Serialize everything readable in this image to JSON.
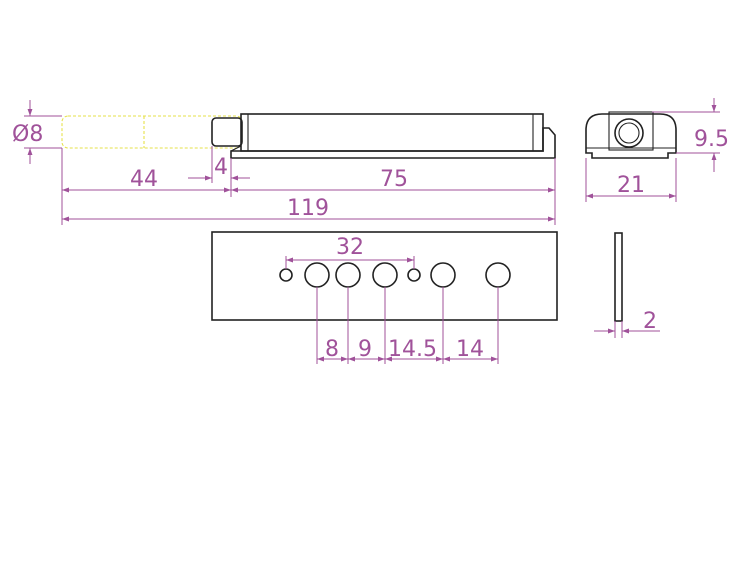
{
  "colors": {
    "outline": "#222222",
    "dimension": "#a0529a",
    "ghost_extension": "#e6e24a",
    "background": "#ffffff"
  },
  "side_view": {
    "diameter_label": "Ø8",
    "dim_44": "44",
    "dim_4": "4",
    "dim_75": "75",
    "dim_119": "119"
  },
  "end_view": {
    "height_label": "9.5",
    "width_label": "21"
  },
  "plate_view": {
    "spacing_32": "32",
    "spacing_8": "8",
    "spacing_9": "9",
    "spacing_14_5": "14.5",
    "spacing_14": "14"
  },
  "thickness_view": {
    "thickness_label": "2"
  }
}
